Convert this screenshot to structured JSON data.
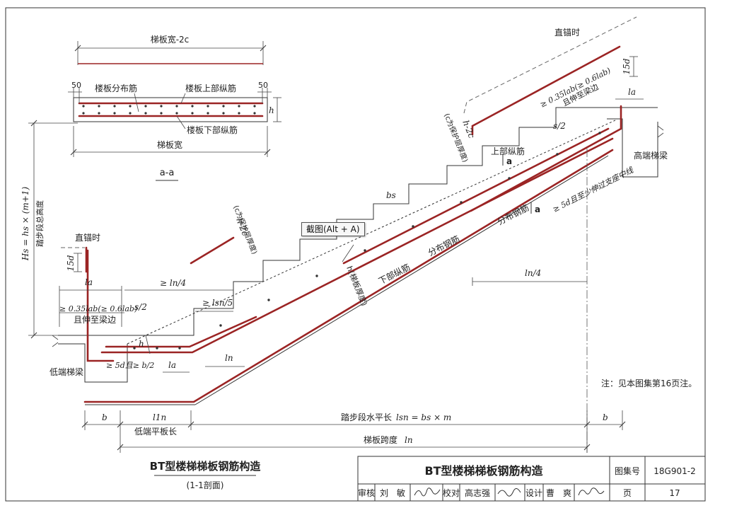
{
  "section_a": {
    "width_minus_2c": "梯板宽-2c",
    "cover_left": "50",
    "cover_right": "50",
    "distribution_bar": "楼板分布筋",
    "top_long_bar": "楼板上部纵筋",
    "bottom_long_bar": "楼板下部纵筋",
    "thickness": "h",
    "slab_width": "梯板宽",
    "section_label": "a-a"
  },
  "left_dim": {
    "total_height": "Hs = hs × (m+1)",
    "total_height_desc": "踏步段总高度"
  },
  "low_end": {
    "straight_anchor": "直锚时",
    "hook_15d": "15d",
    "la": "la",
    "min_anchor_l1": "≥ 0.35lab(≥ 0.6lab)",
    "min_anchor_l2": "且伸至梁边",
    "s_half": "s/2",
    "ln_quarter": "≥ ln/4",
    "lsn_fifth": "≥ lsn/5",
    "h_marker": "h",
    "five_d": "≥ 5d且≥ b/2",
    "la_bottom": "la",
    "ln_bottom": "ln",
    "beam": "低端梯梁",
    "cover_note": "h-2c",
    "cover_note_desc": "(c为保护层厚度)"
  },
  "slope": {
    "step_width": "bs",
    "bottom_long": "下部纵筋",
    "slab_thickness": "h(梯板厚度)",
    "distribution_mid": "分布钢筋",
    "distribution_upper": "分布钢筋",
    "upper_long": "上部纵筋",
    "section_mark": "a",
    "five_d_upper": "≥ 5d且至少伸过支座中线",
    "ln_quarter_right": "ln/4"
  },
  "high_end": {
    "straight_anchor": "直锚时",
    "hook_15d": "15d",
    "min_anchor": "≥ 0.35lab(≥ 0.6lab)",
    "min_anchor_l2": "且伸至梁边",
    "la": "la",
    "s_half": "s/2",
    "cover_note": "h-2c",
    "cover_note_desc": "(c为保护层厚度)",
    "beam": "高端梯梁"
  },
  "bottom_dims": {
    "b_left": "b",
    "l1n": "l1n",
    "low_flat": "低端平板长",
    "step_horiz": "踏步段水平长",
    "lsn_formula": "lsn = bs × m",
    "b_right": "b",
    "span": "梯板跨度",
    "span_sym": "ln"
  },
  "note": "注：见本图集第16页注。",
  "figure_title": "BT型楼梯梯板钢筋构造",
  "figure_subtitle": "(1-1剖面)",
  "tooltip": "截图(Alt + A)",
  "title_block": {
    "title": "BT型楼梯梯板钢筋构造",
    "atlas_label": "图集号",
    "atlas_no": "18G901-2",
    "review_label": "审核",
    "reviewer": "刘　敏",
    "check_label": "校对",
    "checker": "高志强",
    "design_label": "设计",
    "designer": "曹　爽",
    "page_label": "页",
    "page_no": "17"
  }
}
